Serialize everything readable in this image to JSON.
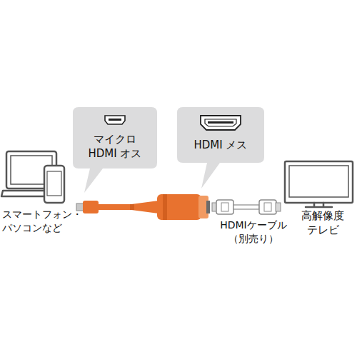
{
  "diagram": {
    "nodes": [
      {
        "text": [
          "マイクロ HDMI オス"
        ]
      },
      {
        "text": [
          "HDMI メス"
        ]
      }
    ],
    "labels": [
      "スマートフォン・パソコンなど",
      "HDMIケーブル （別売り）",
      "高解像度 テレビ"
    ]
  }
}
